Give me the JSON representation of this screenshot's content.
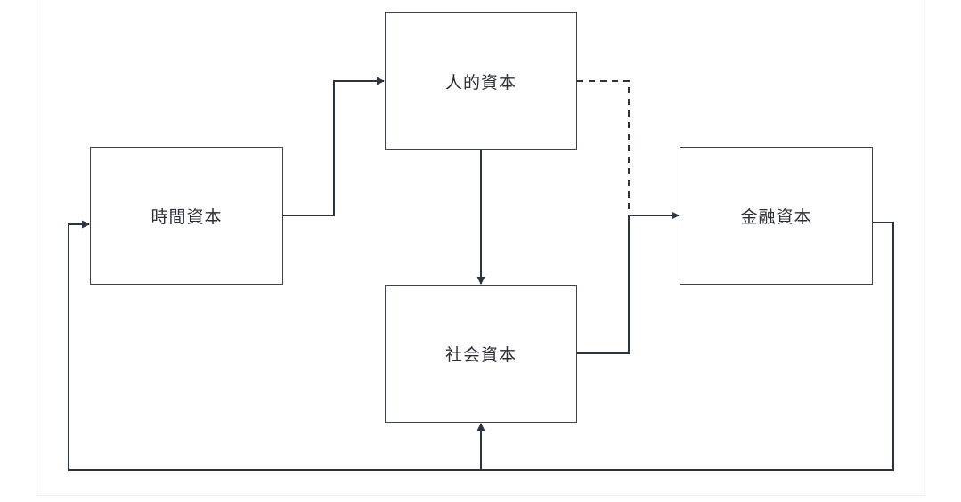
{
  "diagram": {
    "nodes": {
      "human_capital": "人的資本",
      "time_capital": "時間資本",
      "financial_capital": "金融資本",
      "social_capital": "社会資本"
    }
  }
}
